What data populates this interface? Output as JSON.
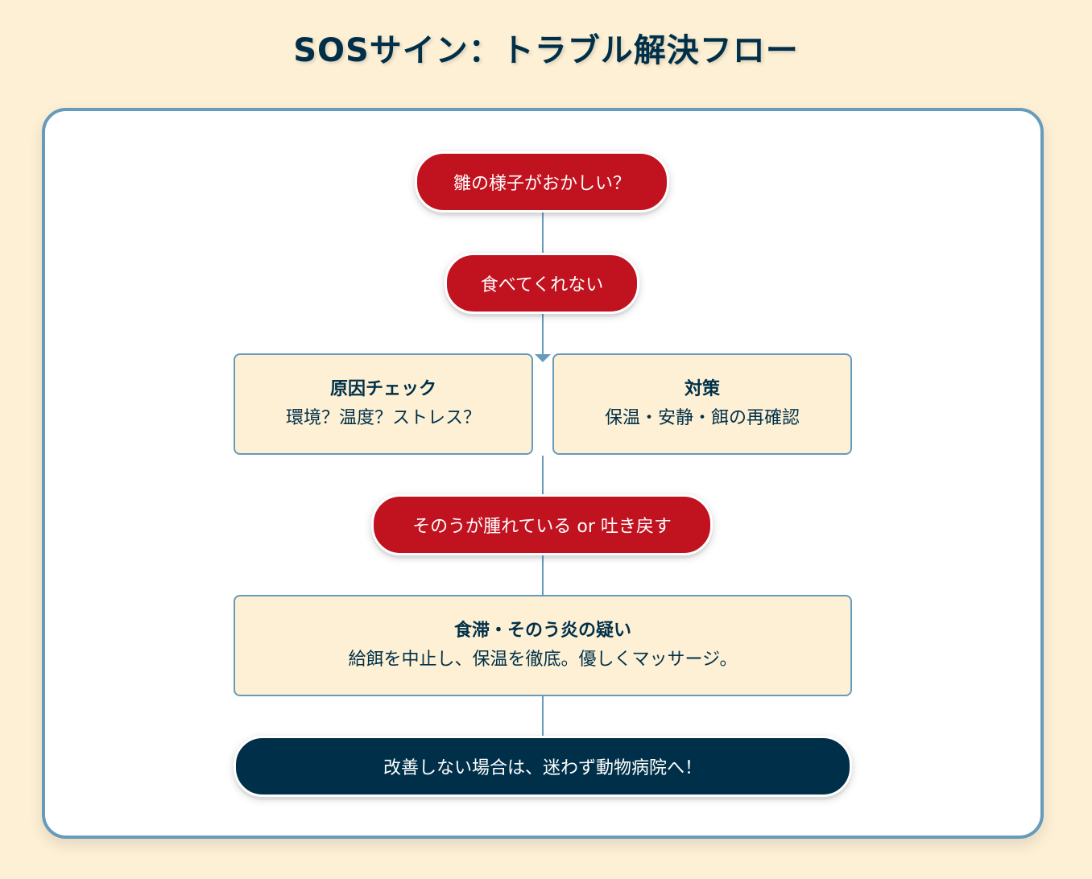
{
  "title": "SOSサイン：トラブル解決フロー",
  "flow": {
    "start": "雛の様子がおかしい？",
    "not_eating": "食べてくれない",
    "cause_check": {
      "title": "原因チェック",
      "body": "環境？温度？ストレス？"
    },
    "countermeasure": {
      "title": "対策",
      "body": "保温・安静・餌の再確認"
    },
    "crop_issue": "そのうが腫れている or 吐き戻す",
    "crop_diagnosis": {
      "title": "食滞・そのう炎の疑い",
      "body": "給餌を中止し、保温を徹底。優しくマッサージ。"
    },
    "final": "改善しない場合は、迷わず動物病院へ！"
  },
  "colors": {
    "background": "#fdf0d5",
    "navy": "#003049",
    "red": "#c1121f",
    "blue": "#669bbc"
  }
}
